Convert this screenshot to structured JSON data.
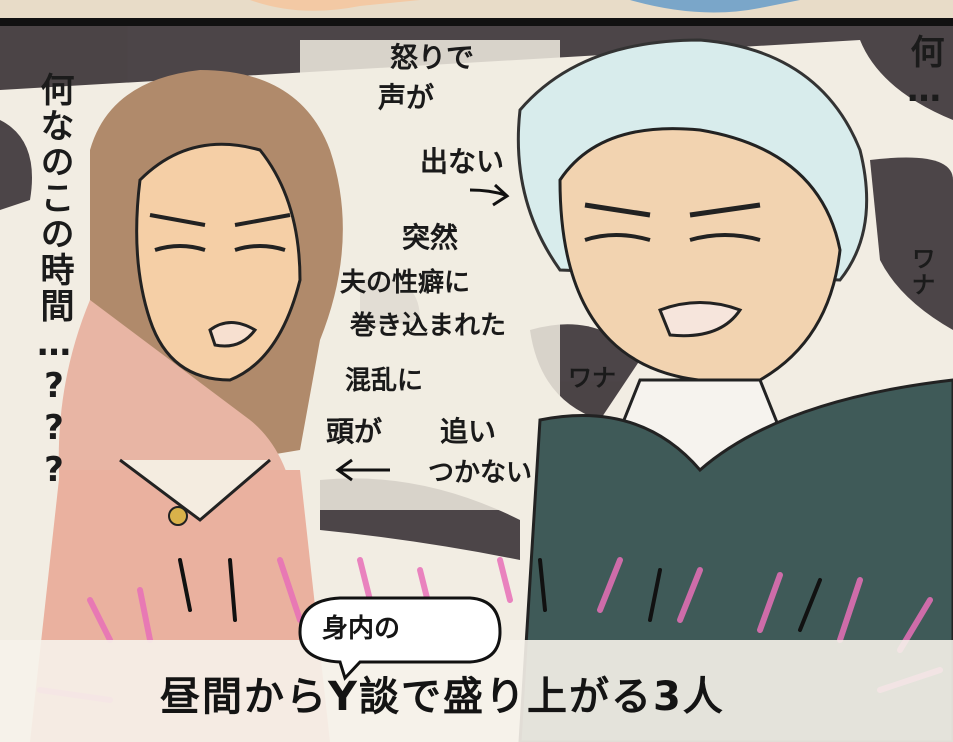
{
  "left_thought": "何なのこの時間…???",
  "right_thought": "何…",
  "sfx_left": "ワナ",
  "sfx_right": "ワナ",
  "narration_top": [
    "怒りで",
    "声が",
    "出ない"
  ],
  "narration_bottom": [
    "突然",
    "夫の性癖に",
    "巻き込まれた",
    "混乱に",
    "頭が",
    "追い",
    "つかない"
  ],
  "bubble": "身内の",
  "caption": "昼間からY談で盛り上がる3人"
}
